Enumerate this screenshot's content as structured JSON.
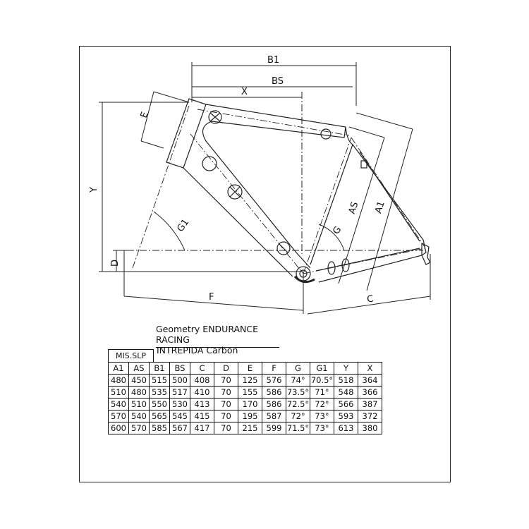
{
  "diagram_labels": {
    "B1": "B1",
    "BS": "BS",
    "X": "X",
    "E": "E",
    "Y": "Y",
    "G1": "G1",
    "G": "G",
    "AS": "AS",
    "A1": "A1",
    "D": "D",
    "F": "F",
    "C": "C"
  },
  "title": "Geometry ENDURANCE RACING",
  "model": "INTREPIDA Carbon",
  "size_group_label": "MIS.SLP",
  "table": {
    "headers": [
      "A1",
      "AS",
      "B1",
      "BS",
      "C",
      "D",
      "E",
      "F",
      "G",
      "G1",
      "Y",
      "X"
    ],
    "rows": [
      [
        "480",
        "450",
        "515",
        "500",
        "408",
        "70",
        "125",
        "576",
        "74°",
        "70.5°",
        "518",
        "364"
      ],
      [
        "510",
        "480",
        "535",
        "517",
        "410",
        "70",
        "155",
        "586",
        "73.5°",
        "71°",
        "548",
        "366"
      ],
      [
        "540",
        "510",
        "550",
        "530",
        "413",
        "70",
        "170",
        "586",
        "72.5°",
        "72°",
        "566",
        "387"
      ],
      [
        "570",
        "540",
        "565",
        "545",
        "415",
        "70",
        "195",
        "587",
        "72°",
        "73°",
        "593",
        "372"
      ],
      [
        "600",
        "570",
        "585",
        "567",
        "417",
        "70",
        "215",
        "599",
        "71.5°",
        "73°",
        "613",
        "380"
      ]
    ]
  }
}
